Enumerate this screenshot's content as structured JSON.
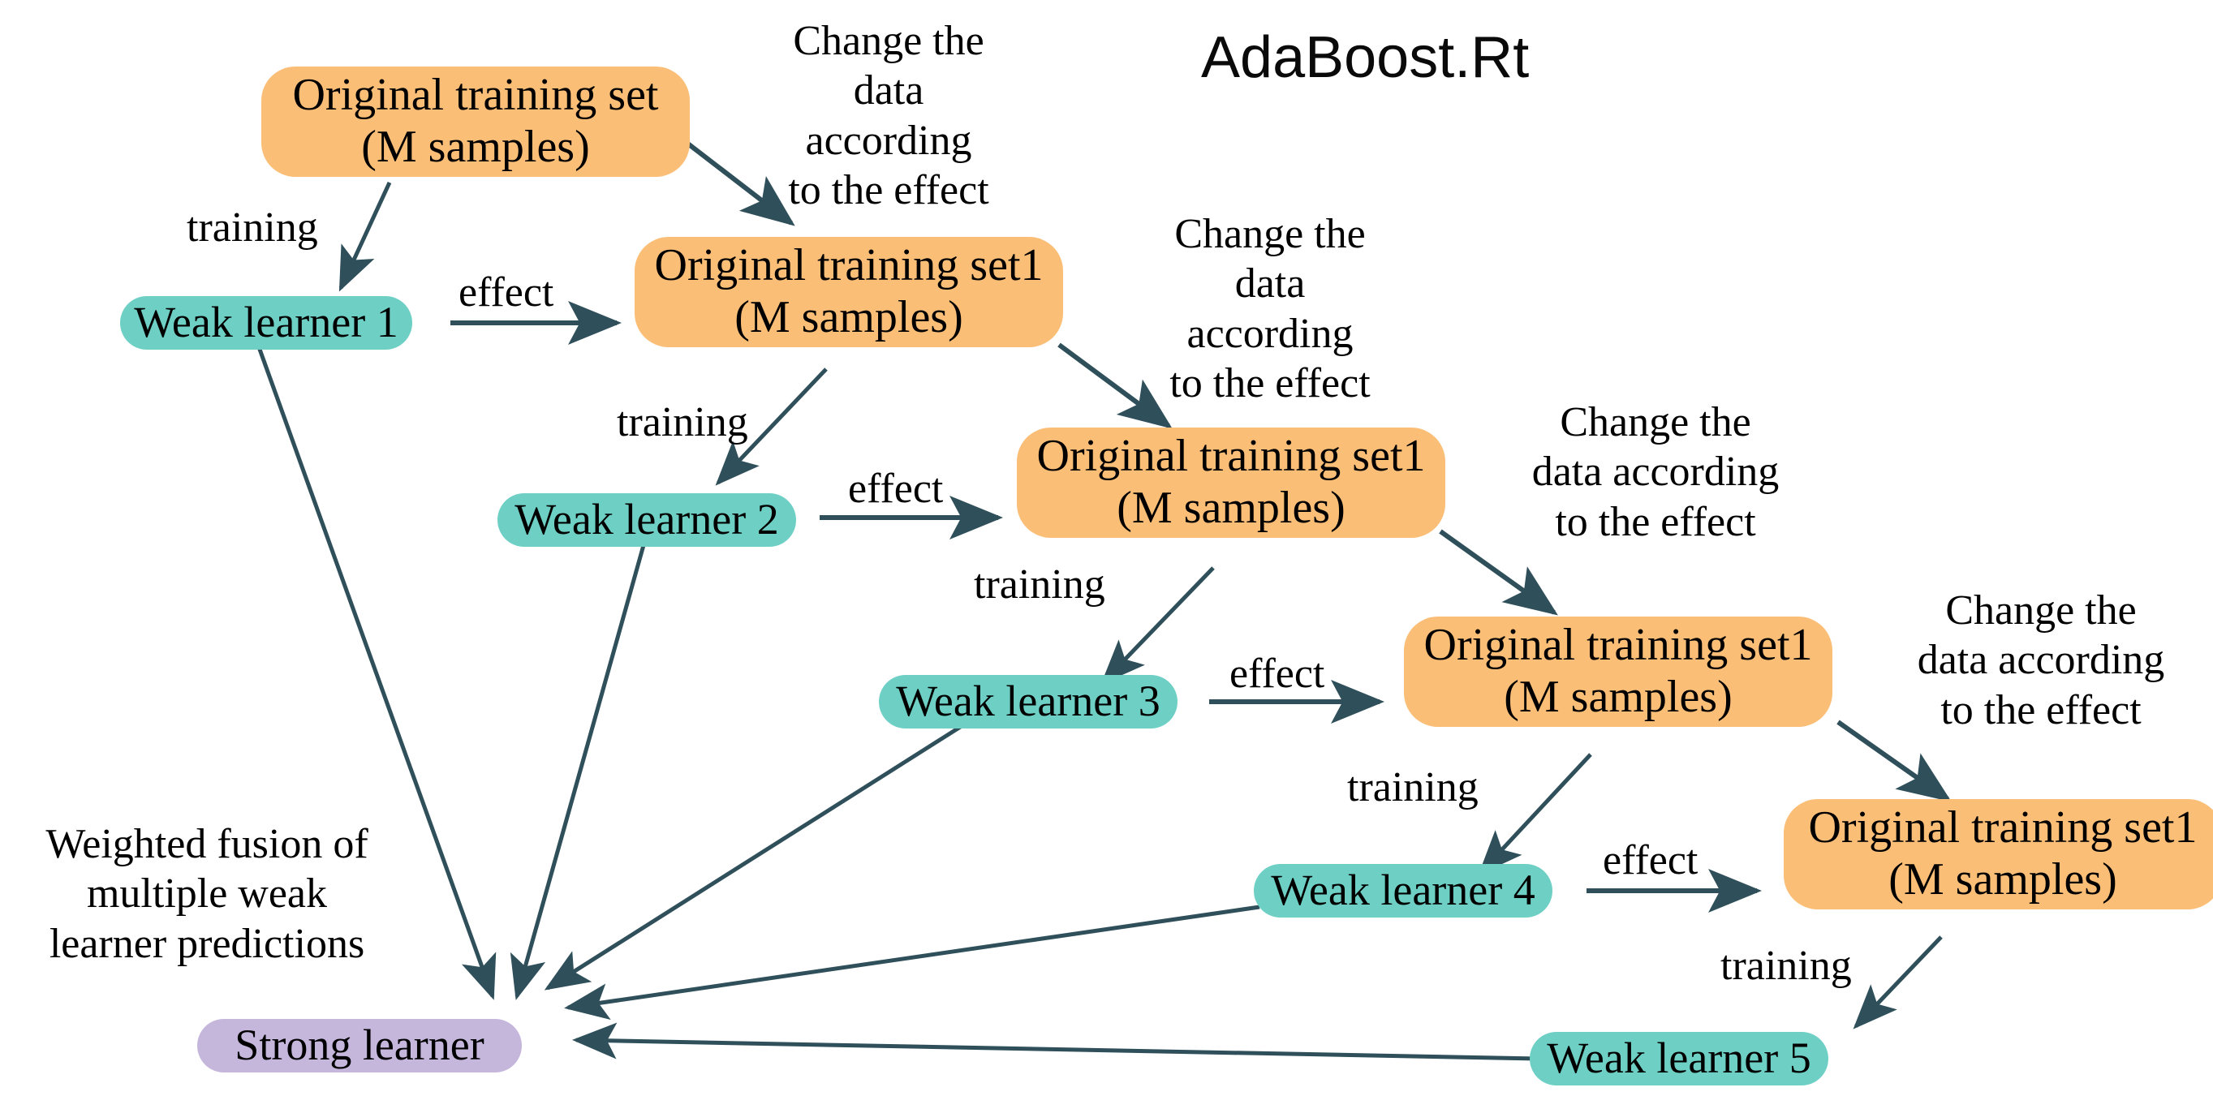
{
  "title": {
    "text": "AdaBoost.Rt"
  },
  "colors": {
    "dataset_fill": "#FBBE77",
    "weak_fill": "#6ECFC4",
    "strong_fill": "#C5B6DC",
    "arrow": "#2F4F5A",
    "text": "#000000",
    "background": "#FFFFFF"
  },
  "nodes": {
    "datasets": [
      {
        "line1": "Original training set",
        "line2": "(M samples)"
      },
      {
        "line1": "Original training set1",
        "line2": "(M samples)"
      },
      {
        "line1": "Original training set1",
        "line2": "(M samples)"
      },
      {
        "line1": "Original training set1",
        "line2": "(M samples)"
      },
      {
        "line1": "Original training set1",
        "line2": "(M samples)"
      }
    ],
    "weak_learners": [
      {
        "label": "Weak learner 1"
      },
      {
        "label": "Weak learner 2"
      },
      {
        "label": "Weak learner 3"
      },
      {
        "label": "Weak learner 4"
      },
      {
        "label": "Weak learner 5"
      }
    ],
    "strong_learner": {
      "label": "Strong learner"
    }
  },
  "labels": {
    "change_1": "Change the\ndata according\nto the effect",
    "change_2": "Change the\ndata according\nto the effect",
    "change_3": "Change the\ndata according\nto the effect",
    "change_4": "Change the\ndata according\nto the effect",
    "training_1": "training",
    "training_2": "training",
    "training_3": "training",
    "training_4": "training",
    "training_5": "training",
    "effect_1": "effect",
    "effect_2": "effect",
    "effect_3": "effect",
    "effect_4": "effect",
    "fusion": "Weighted fusion of\nmultiple weak\nlearner predictions"
  }
}
